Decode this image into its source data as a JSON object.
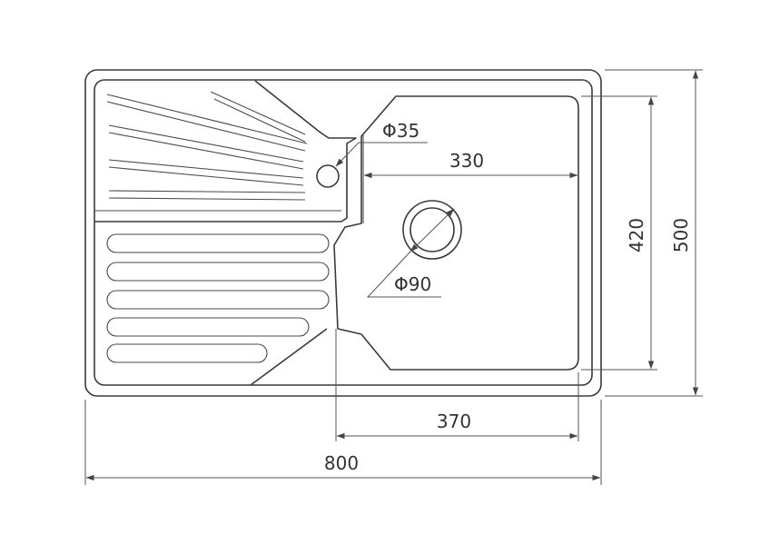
{
  "dimensions": {
    "overall_width": "800",
    "overall_height": "500",
    "bowl_height": "420",
    "bowl_width_inner": "330",
    "bowl_width_outer": "370",
    "drain_diameter": "Φ90",
    "tap_hole_diameter": "Φ35"
  }
}
